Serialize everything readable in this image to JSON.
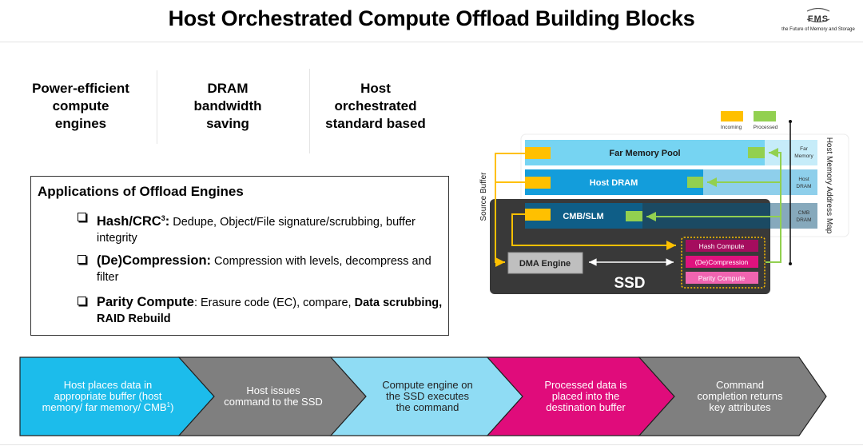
{
  "header": {
    "title": "Host Orchestrated Compute Offload Building Blocks",
    "logo_mark": "FMS",
    "logo_tagline": "the Future of Memory and Storage"
  },
  "pillars": [
    {
      "lines": [
        "Power-efficient",
        "compute",
        "engines"
      ]
    },
    {
      "lines": [
        "DRAM",
        "bandwidth",
        "saving"
      ]
    },
    {
      "lines": [
        "Host",
        "orchestrated",
        "standard based"
      ]
    }
  ],
  "applications": {
    "title": "Applications of Offload Engines",
    "items": [
      {
        "bold": "Hash/CRC",
        "sup": "3",
        "bold_suffix": ":",
        "text": " Dedupe, Object/File signature/scrubbing, buffer integrity",
        "bold_tail": ""
      },
      {
        "bold": "(De)Compression:",
        "sup": "",
        "bold_suffix": "",
        "text": " Compression with levels, decompress and filter",
        "bold_tail": ""
      },
      {
        "bold": "Parity Compute",
        "sup": "",
        "bold_suffix": "",
        "text": ": Erasure code (EC), compare, ",
        "bold_tail": "Data scrubbing, RAID Rebuild"
      }
    ]
  },
  "diagram": {
    "legend": [
      {
        "label": "Incoming",
        "color": "#FFC000"
      },
      {
        "label": "Processed",
        "color": "#92D050"
      }
    ],
    "memory_rows": [
      {
        "label": "Far Memory Pool",
        "map_label": [
          "Far",
          "Memory"
        ]
      },
      {
        "label": "Host DRAM",
        "map_label": [
          "Host",
          "DRAM"
        ]
      },
      {
        "label": "CMB/SLM",
        "map_label": [
          "CMB",
          "DRAM"
        ]
      }
    ],
    "source_buffer_label": "Source Buffer",
    "address_map_label": "Host Memory Address Map",
    "dma_engine_label": "DMA Engine",
    "ssd_label": "SSD",
    "compute_engines": [
      {
        "label": "Hash Compute",
        "color": "#A50D5E"
      },
      {
        "label": "(De)Compression",
        "color": "#E0127E"
      },
      {
        "label": "Parity Compute",
        "color": "#F064B0"
      }
    ]
  },
  "flow_steps": [
    {
      "lines": [
        "Host places data in",
        "appropriate buffer (host",
        "memory/ far memory/ CMB"
      ],
      "sup": "1",
      "sup_suffix": ")",
      "color": "#1CBCEB",
      "text_color": "#ffffff"
    },
    {
      "lines": [
        "Host issues",
        "command to the SSD"
      ],
      "color": "#7F7F7F",
      "text_color": "#ffffff"
    },
    {
      "lines": [
        "Compute engine on",
        "the SSD executes",
        "the command"
      ],
      "color": "#8FDCF4",
      "text_color": "#222222"
    },
    {
      "lines": [
        "Processed data is",
        "placed into the",
        "destination buffer"
      ],
      "color": "#E00C7B",
      "text_color": "#ffffff"
    },
    {
      "lines": [
        "Command",
        "completion returns",
        "key attributes"
      ],
      "color": "#7F7F7F",
      "text_color": "#ffffff"
    }
  ]
}
